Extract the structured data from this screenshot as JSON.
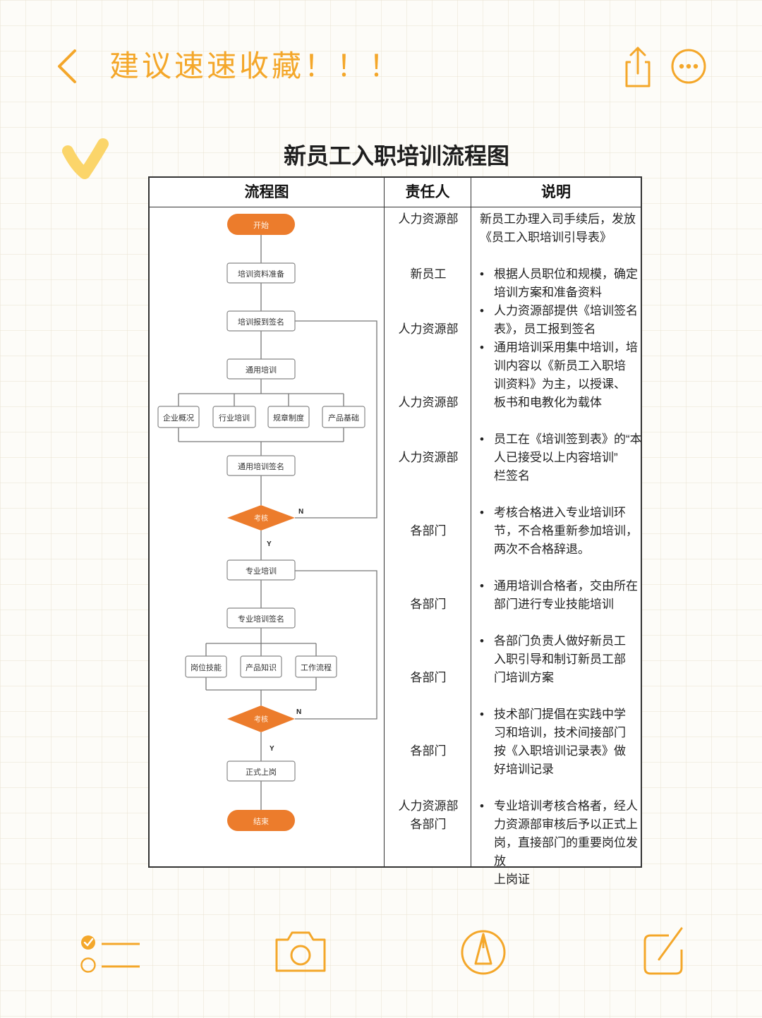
{
  "header": {
    "title": "建议速速收藏！！！"
  },
  "document": {
    "title": "新员工入职培训流程图",
    "columns": [
      "流程图",
      "责任人",
      "说明"
    ],
    "flowchart": {
      "start": "开始",
      "step_materials": "培训资料准备",
      "step_checkin": "培训报到签名",
      "step_general": "通用培训",
      "general_topics": [
        "企业概况",
        "行业培训",
        "规章制度",
        "产品基础"
      ],
      "step_general_sign": "通用培训签名",
      "decision_1": "考核",
      "yes_label_1": "Y",
      "no_label_1": "N",
      "step_professional": "专业培训",
      "step_professional_sign": "专业培训签名",
      "professional_topics": [
        "岗位技能",
        "产品知识",
        "工作流程"
      ],
      "decision_2": "考核",
      "yes_label_2": "Y",
      "no_label_2": "N",
      "step_onboard": "正式上岗",
      "end": "结束"
    },
    "responsible": [
      "人力资源部",
      "新员工",
      "人力资源部",
      "人力资源部",
      "人力资源部",
      "各部门",
      "各部门",
      "各部门",
      "各部门",
      "人力资源部\n各部门"
    ],
    "notes": [
      {
        "bullet": false,
        "lines": [
          "新员工办理入司手续后，发放",
          "《员工入职培训引导表》"
        ]
      },
      {
        "bullet": true,
        "lines": [
          "根据人员职位和规模，确定",
          "培训方案和准备资料"
        ]
      },
      {
        "bullet": true,
        "lines": [
          "人力资源部提供《培训签名",
          "表》，员工报到签名"
        ]
      },
      {
        "bullet": true,
        "lines": [
          "通用培训采用集中培训，培",
          "训内容以《新员工入职培",
          "训资料》为主，以授课、",
          "板书和电教化为载体"
        ]
      },
      {
        "bullet": true,
        "lines": [
          "员工在《培训签到表》的“本",
          "人已接受以上内容培训”",
          "栏签名"
        ]
      },
      {
        "bullet": true,
        "lines": [
          "考核合格进入专业培训环",
          "节，不合格重新参加培训，",
          "两次不合格辞退。"
        ]
      },
      {
        "bullet": true,
        "lines": [
          "通用培训合格者，交由所在",
          "部门进行专业技能培训"
        ]
      },
      {
        "bullet": true,
        "lines": [
          "各部门负责人做好新员工",
          "入职引导和制订新员工部",
          "门培训方案"
        ]
      },
      {
        "bullet": true,
        "lines": [
          "技术部门提倡在实践中学",
          "习和培训，技术间接部门",
          "按《入职培训记录表》做",
          "好培训记录"
        ]
      },
      {
        "bullet": true,
        "lines": [
          "专业培训考核合格者，经人",
          "力资源部审核后予以正式上",
          "岗，直接部门的重要岗位发放",
          "上岗证"
        ]
      }
    ]
  },
  "icons": {
    "back": "chevron-left-icon",
    "share": "share-icon",
    "more": "more-icon",
    "decor": "checkmark-icon",
    "checklist": "checklist-icon",
    "camera": "camera-icon",
    "markup": "pen-icon",
    "compose": "compose-icon"
  },
  "colors": {
    "accent": "#f4a72a",
    "flow_terminal": "#ec7c2c",
    "decor_yellow": "#fbd56a"
  }
}
